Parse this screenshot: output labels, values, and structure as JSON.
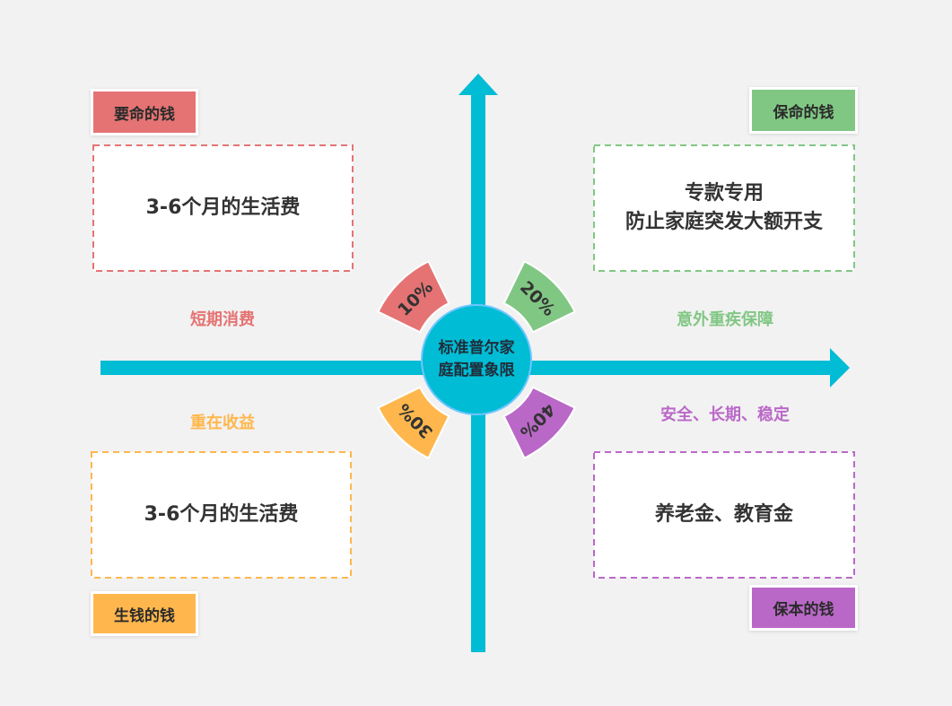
{
  "center": {
    "line1": "标准普尔家",
    "line2": "庭配置象限"
  },
  "quadrants": {
    "top_left": {
      "tag": "要命的钱",
      "lines": [
        "3-6个月的生活费"
      ],
      "caption": "短期消费",
      "percent": "10%",
      "color": "#e57373"
    },
    "top_right": {
      "tag": "保命的钱",
      "lines": [
        "专款专用",
        "防止家庭突发大额开支"
      ],
      "caption": "意外重疾保障",
      "percent": "20%",
      "color": "#81c784"
    },
    "bottom_left": {
      "tag": "生钱的钱",
      "lines": [
        "3-6个月的生活费"
      ],
      "caption": "重在收益",
      "percent": "30%",
      "color": "#ffb74d"
    },
    "bottom_right": {
      "tag": "保本的钱",
      "lines": [
        "养老金、教育金"
      ],
      "caption": "安全、长期、稳定",
      "percent": "40%",
      "color": "#ba68c8"
    }
  },
  "colors": {
    "axis": "#00bcd4",
    "background": "#f2f2f2"
  }
}
